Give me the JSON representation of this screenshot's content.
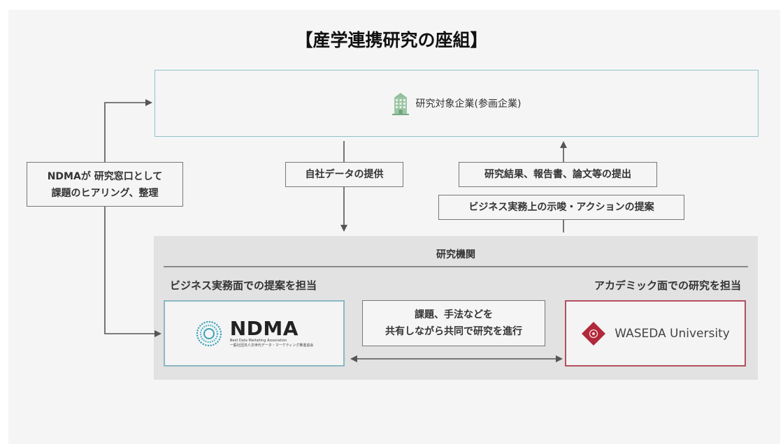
{
  "title": "【産学連携研究の座組】",
  "company": {
    "icon": "building-icon",
    "label": "研究対象企業(参画企業)"
  },
  "ndma_role_note": {
    "line1": "NDMAが 研究窓口として",
    "line2": "課題のヒアリング、整理"
  },
  "flows": {
    "data_provision": "自社データの提供",
    "results": "研究結果、報告書、論文等の提出",
    "proposal": "ビジネス実務上の示唆・アクションの提案"
  },
  "institution": {
    "title": "研究機関",
    "left_role": "ビジネス実務面での提案を担当",
    "right_role": "アカデミック面での研究を担当",
    "shared": {
      "line1": "課題、手法などを",
      "line2": "共有しながら共同で研究を進行"
    },
    "ndma_logo": {
      "name": "NDMA",
      "subtitle1": "Next Data Marketing Association",
      "subtitle2": "一般社団法人次世代データ・マーケティング推進協会"
    },
    "waseda_logo": {
      "name": "WASEDA University"
    }
  },
  "colors": {
    "company_border": "#8fc3c7",
    "ndma_border": "#8ab8c4",
    "waseda_border": "#b35060",
    "waseda_red": "#b0283a",
    "ndma_teal": "#3aa3b8",
    "arrow": "#555555"
  }
}
